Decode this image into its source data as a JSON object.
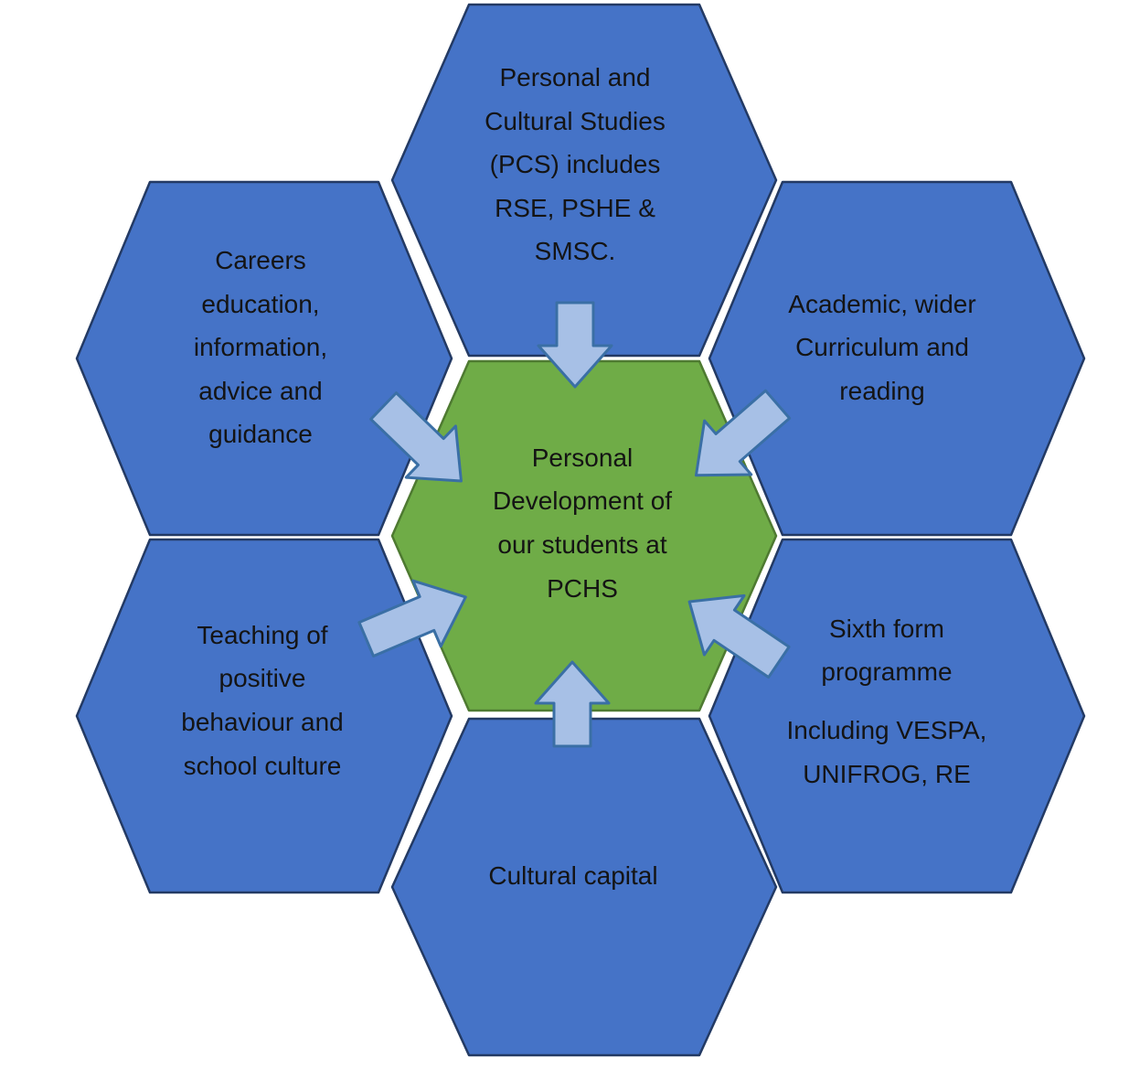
{
  "colors": {
    "background": "#FFFFFF",
    "hex_blue_fill": "#4573C7",
    "hex_blue_border": "#233A64",
    "hex_green_fill": "#6FAC47",
    "hex_green_border": "#4E7A31",
    "arrow_fill": "#A7C0E6",
    "arrow_border": "#3A6FA5",
    "text_color": "#141414"
  },
  "center_node": {
    "lines": [
      "Personal",
      "Development of",
      "our students at",
      "PCHS"
    ]
  },
  "nodes": {
    "top": {
      "lines": [
        "Personal and",
        "Cultural Studies",
        "(PCS) includes",
        "RSE, PSHE &",
        "SMSC."
      ]
    },
    "top_left": {
      "lines": [
        "Careers",
        "education,",
        "information,",
        "advice and",
        "guidance"
      ]
    },
    "top_right": {
      "lines": [
        "Academic, wider",
        "Curriculum and",
        "reading"
      ]
    },
    "bottom_left": {
      "lines": [
        "Teaching of",
        "positive",
        "behaviour and",
        "school culture"
      ]
    },
    "bottom_right": {
      "heading_lines": [
        "Sixth form",
        "programme"
      ],
      "detail_lines": [
        "Including VESPA,",
        "UNIFROG, RE"
      ]
    },
    "bottom": {
      "lines": [
        "Cultural capital"
      ]
    }
  },
  "arrows": {
    "from_top": "arrow-down-icon",
    "from_top_left": "arrow-down-right-icon",
    "from_top_right": "arrow-down-left-icon",
    "from_bottom_left": "arrow-up-right-icon",
    "from_bottom_right": "arrow-up-left-icon",
    "from_bottom": "arrow-up-icon"
  }
}
